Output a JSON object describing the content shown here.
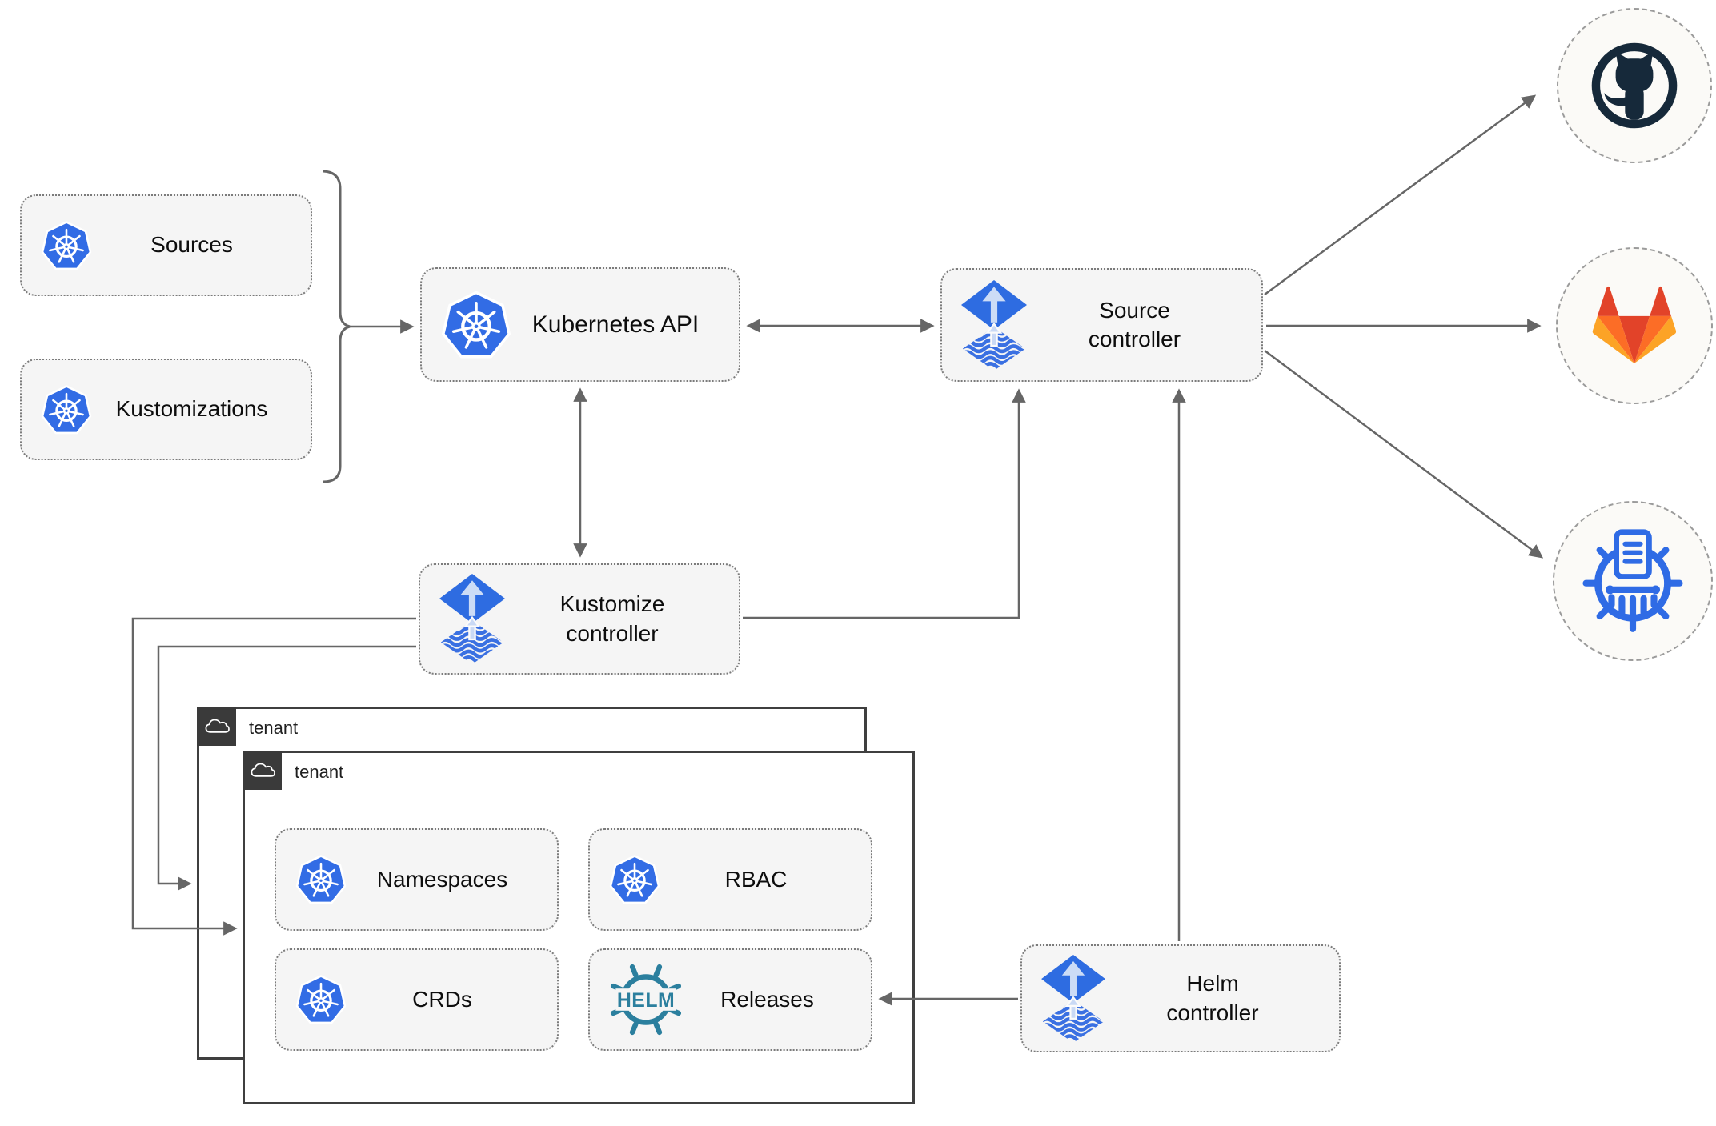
{
  "diagram": {
    "title_hint": "Flux GitOps multi-tenancy architecture",
    "nodes": {
      "sources": {
        "label": "Sources"
      },
      "kustomizations": {
        "label": "Kustomizations"
      },
      "kubernetes_api": {
        "label": "Kubernetes API"
      },
      "source_controller": {
        "line1": "Source",
        "line2": "controller"
      },
      "kustomize_controller": {
        "line1": "Kustomize",
        "line2": "controller"
      },
      "helm_controller": {
        "line1": "Helm",
        "line2": "controller"
      },
      "namespaces": {
        "label": "Namespaces"
      },
      "rbac": {
        "label": "RBAC"
      },
      "crds": {
        "label": "CRDs"
      },
      "releases": {
        "label": "Releases"
      }
    },
    "tenants": {
      "back": {
        "label": "tenant"
      },
      "front": {
        "label": "tenant"
      }
    },
    "helm_logo_text": "HELM",
    "icons": {
      "kubernetes": "kubernetes-wheel-heptagon",
      "flux": "flux-diamond-arrow",
      "helm": "helm-ship-wheel",
      "github": "github-octocat",
      "gitlab": "gitlab-tanuki",
      "chartmuseum": "chartmuseum-wheel-columns",
      "cloud": "cloud-outline"
    },
    "colors": {
      "kubernetes_blue": "#326ce5",
      "flux_blue": "#2e6ce1",
      "flux_arrow_light": "#ccdcf6",
      "helm_teal": "#2b7f9e",
      "chartmuseum_blue": "#2f6be5",
      "github_dark": "#16293a",
      "gitlab_dark_orange": "#e24329",
      "gitlab_orange": "#fc6d26",
      "gitlab_light_orange": "#fca326",
      "arrow_gray": "#666666",
      "node_fill": "#f5f5f5",
      "tenant_tab": "#3a3a3a"
    }
  }
}
